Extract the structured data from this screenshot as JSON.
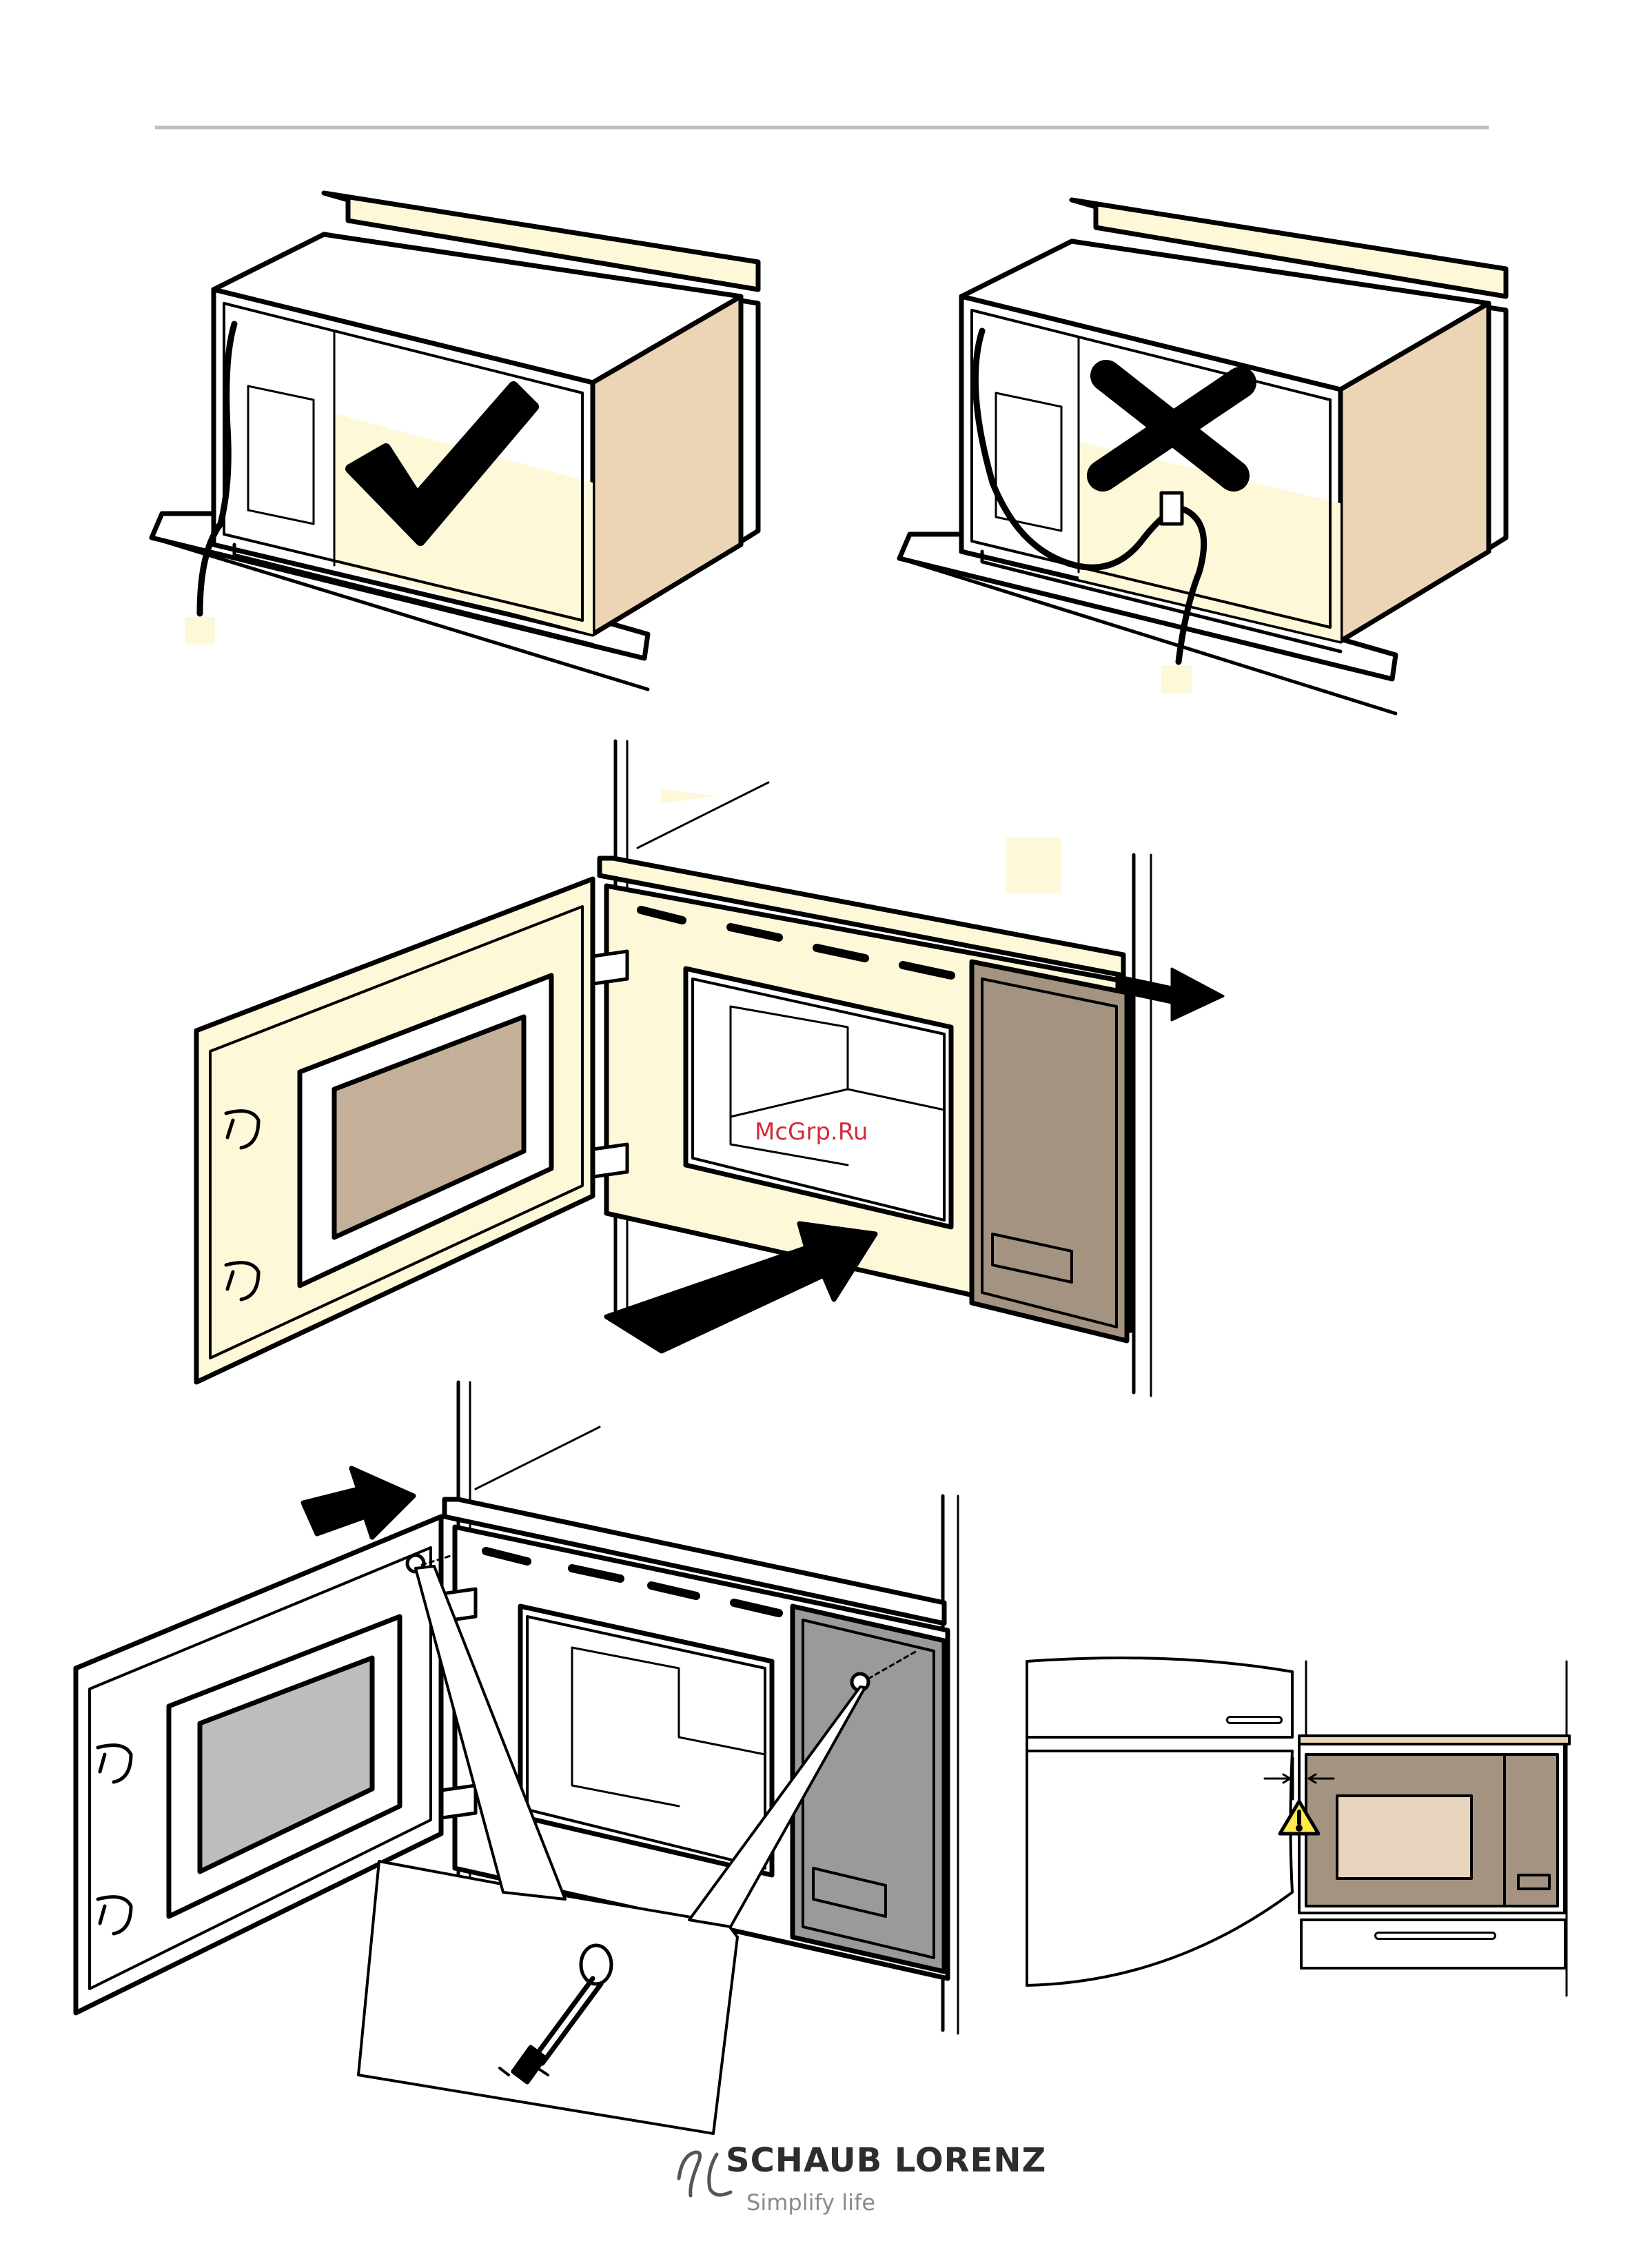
{
  "watermark": "McGrp.Ru",
  "brand": {
    "name": "SCHAUB LORENZ",
    "tagline": "Simplify life"
  },
  "illustrations": {
    "correct_mark": "check-icon",
    "wrong_mark": "cross-icon",
    "warning": "warning-icon"
  },
  "colors": {
    "cream": "#fdf8d8",
    "beige": "#ecd5b4",
    "taupe": "#a39380",
    "tan_window": "#c4b099",
    "gray_panel": "#9a9a9a",
    "gray_window": "#bdbdbd",
    "watermark": "#d42a3a"
  }
}
